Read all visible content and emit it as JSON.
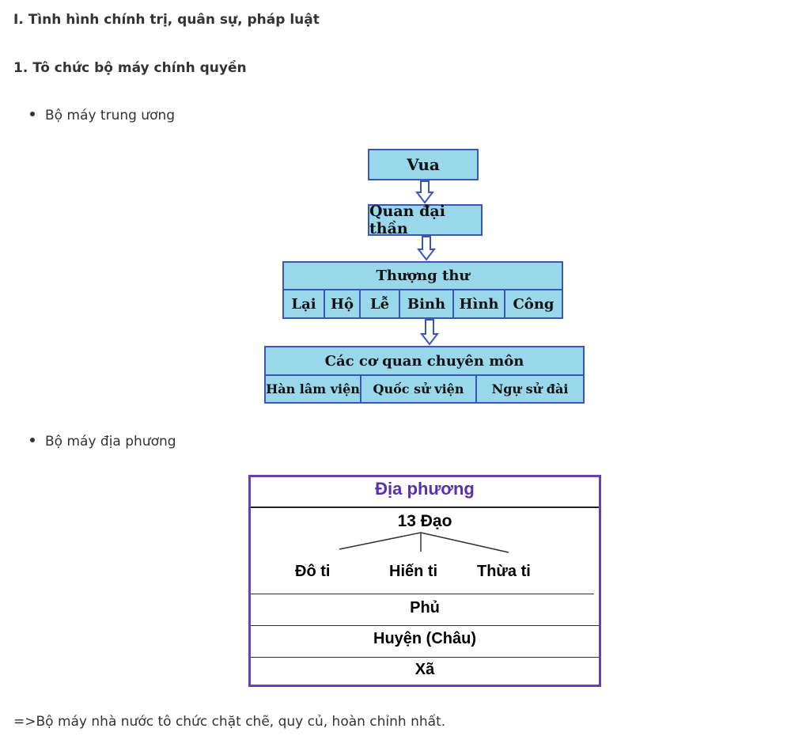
{
  "heading1": "I. Tình hình chính trị, quân sự, pháp luật",
  "heading2": "1. Tô chức bộ máy chính quyền",
  "bullet_central": "Bộ máy trung ương",
  "bullet_local": "Bộ máy địa phương",
  "central": {
    "king": "Vua",
    "minister": "Quan đại thần",
    "ministry_title": "Thượng thư",
    "ministries": [
      "Lại",
      "Hộ",
      "Lễ",
      "Binh",
      "Hình",
      "Công"
    ],
    "agencies_title": "Các cơ quan chuyên môn",
    "agencies": [
      "Hàn lâm viện",
      "Quốc sử viện",
      "Ngự sử đài"
    ]
  },
  "local": {
    "title": "Địa phương",
    "level1": "13 Đạo",
    "branches": [
      "Đô ti",
      "Hiến ti",
      "Thừa ti"
    ],
    "level2": "Phủ",
    "level3": "Huyện (Châu)",
    "level4": "Xã"
  },
  "conclusion": "=>Bộ máy nhà nước tô chức chặt chẽ, quy củ, hoàn chỉnh nhất.",
  "colors": {
    "box_fill": "#99d8ea",
    "box_border": "#3b55b8",
    "local_border": "#6a3fb0",
    "local_title": "#5a2fb0"
  }
}
